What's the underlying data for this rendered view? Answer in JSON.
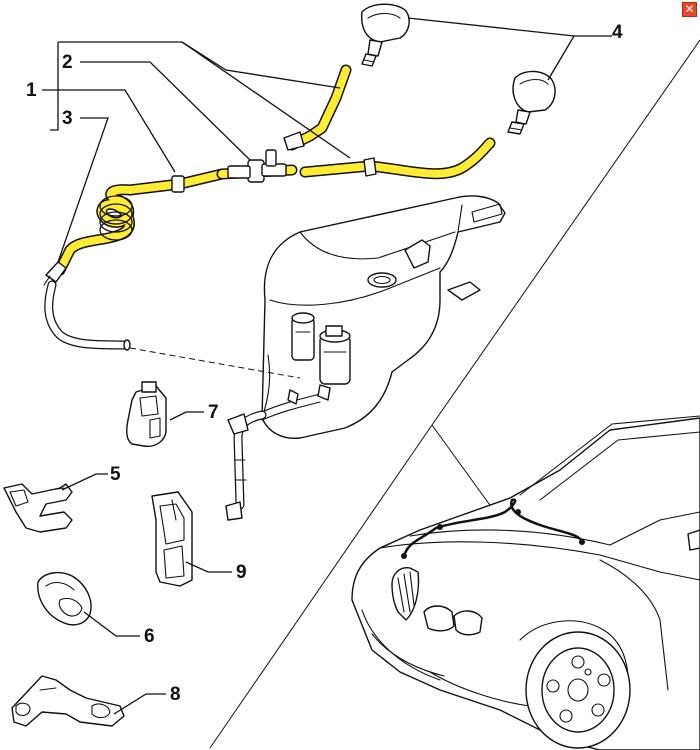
{
  "callouts": {
    "c1": "1",
    "c2": "2",
    "c3": "3",
    "c4": "4",
    "c5": "5",
    "c6": "6",
    "c7": "7",
    "c8": "8",
    "c9": "9"
  },
  "colors": {
    "highlight": "#ffec33",
    "line": "#111111",
    "close": "#e8472c"
  },
  "icons": {
    "close": "close-icon"
  }
}
